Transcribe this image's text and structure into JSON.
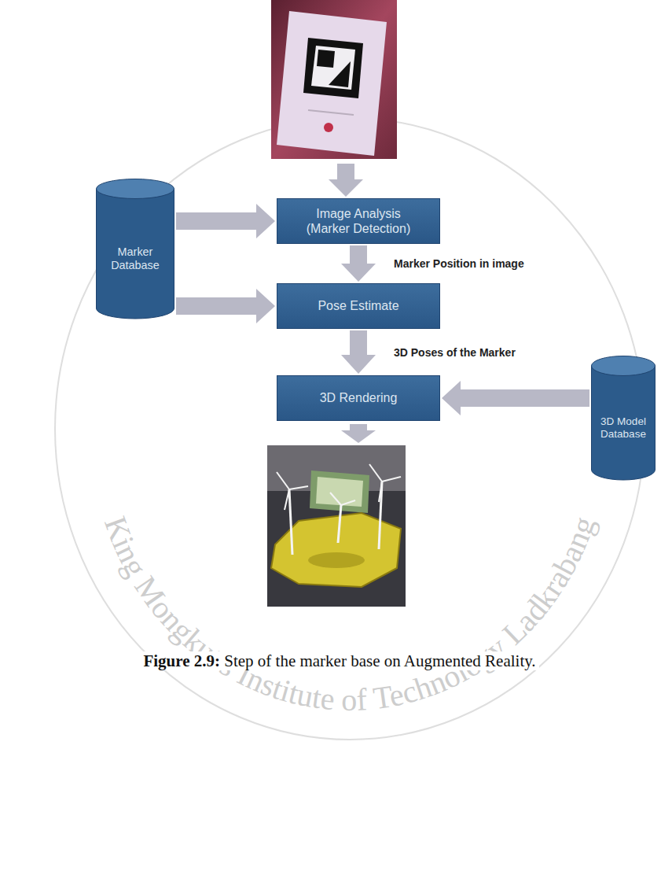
{
  "diagram": {
    "caption": "Figure 2.9: Step of the marker base on Augmented Reality.",
    "nodes": [
      {
        "text": [
          "Marker Database"
        ]
      },
      {
        "text": [
          "Image Analysis (Marker Detection)"
        ]
      },
      {
        "text": [
          "Pose Estimate"
        ]
      },
      {
        "text": [
          "3D Rendering"
        ]
      },
      {
        "text": [
          "3D Model Database"
        ]
      }
    ],
    "edges": [
      {
        "from": 0,
        "to": 1,
        "arrow": "to"
      },
      {
        "from": 0,
        "to": 2,
        "arrow": "to"
      },
      {
        "from": 1,
        "to": 2,
        "label": "Marker Position in image",
        "arrow": "to"
      },
      {
        "from": 2,
        "to": 3,
        "label": "3D Poses of the Marker",
        "arrow": "to"
      },
      {
        "from": 4,
        "to": 3,
        "arrow": "to"
      }
    ],
    "labels": [
      "King Mongkut's Institute of Technology Ladkrabang"
    ]
  }
}
